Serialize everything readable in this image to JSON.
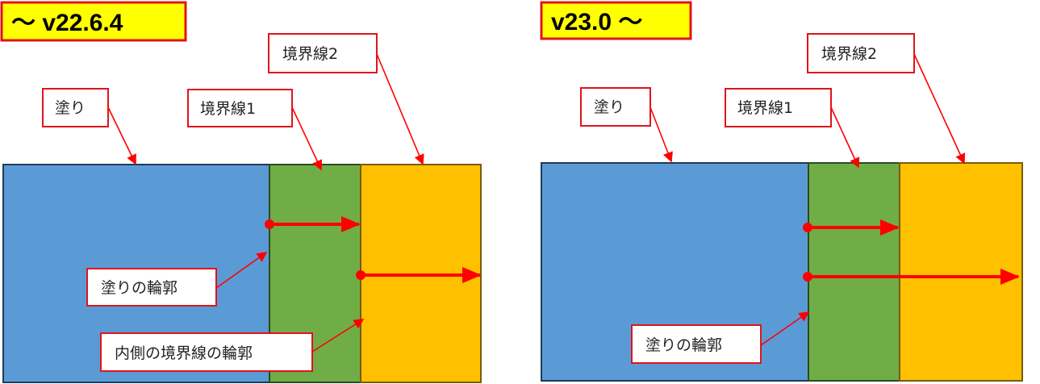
{
  "colors": {
    "fill": "#5b9bd5",
    "border1": "#70ad47",
    "border2": "#ffc000",
    "accent": "#ff0000",
    "title_bg": "#ffff00"
  },
  "left": {
    "title": "～ v22.6.4",
    "labels": {
      "fill": "塗り",
      "border1": "境界線1",
      "border2": "境界線2",
      "fill_outline": "塗りの輪郭",
      "inner_border_outline": "内側の境界線の輪郭"
    }
  },
  "right": {
    "title": "v23.0 ～",
    "labels": {
      "fill": "塗り",
      "border1": "境界線1",
      "border2": "境界線2",
      "fill_outline": "塗りの輪郭"
    }
  }
}
